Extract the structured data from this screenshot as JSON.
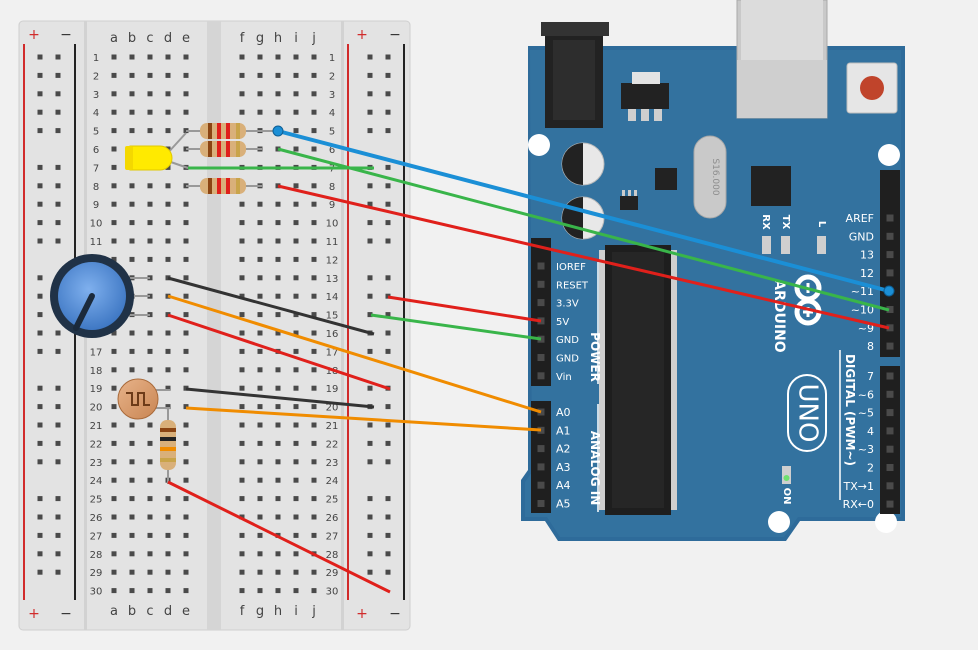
{
  "breadboard": {
    "cols_left": [
      "a",
      "b",
      "c",
      "d",
      "e"
    ],
    "cols_right": [
      "f",
      "g",
      "h",
      "i",
      "j"
    ],
    "rows": 30,
    "rail_plus": "+",
    "rail_minus": "−"
  },
  "arduino": {
    "brand": "ARDUINO",
    "model": "UNO",
    "crystal": "S16.000",
    "led_labels": {
      "l": "L",
      "tx": "TX",
      "rx": "RX",
      "on": "ON"
    },
    "power_header_title": "POWER",
    "power_pins": [
      "IOREF",
      "RESET",
      "3.3V",
      "5V",
      "GND",
      "GND",
      "Vin"
    ],
    "analog_header_title": "ANALOG IN",
    "analog_pins": [
      "A0",
      "A1",
      "A2",
      "A3",
      "A4",
      "A5"
    ],
    "digital_header_title": "DIGITAL (PWM~)",
    "digital_pins_top": [
      "AREF",
      "GND",
      "13",
      "12",
      "~11",
      "~10",
      "~9",
      "8"
    ],
    "digital_pins_bottom": [
      "7",
      "~6",
      "~5",
      "4",
      "~3",
      "2",
      "TX→1",
      "RX←0"
    ]
  },
  "components": [
    {
      "name": "yellow-led",
      "color": "#ffea00"
    },
    {
      "name": "resistor-1"
    },
    {
      "name": "resistor-2"
    },
    {
      "name": "resistor-3"
    },
    {
      "name": "potentiometer",
      "color": "#5b8fd1"
    },
    {
      "name": "photoresistor",
      "color": "#d79b6b"
    },
    {
      "name": "resistor-4"
    }
  ],
  "wire_colors": {
    "blue": "#1b8fd6",
    "green": "#39b54a",
    "red": "#e0201b",
    "black": "#333333",
    "orange": "#f08c00"
  }
}
